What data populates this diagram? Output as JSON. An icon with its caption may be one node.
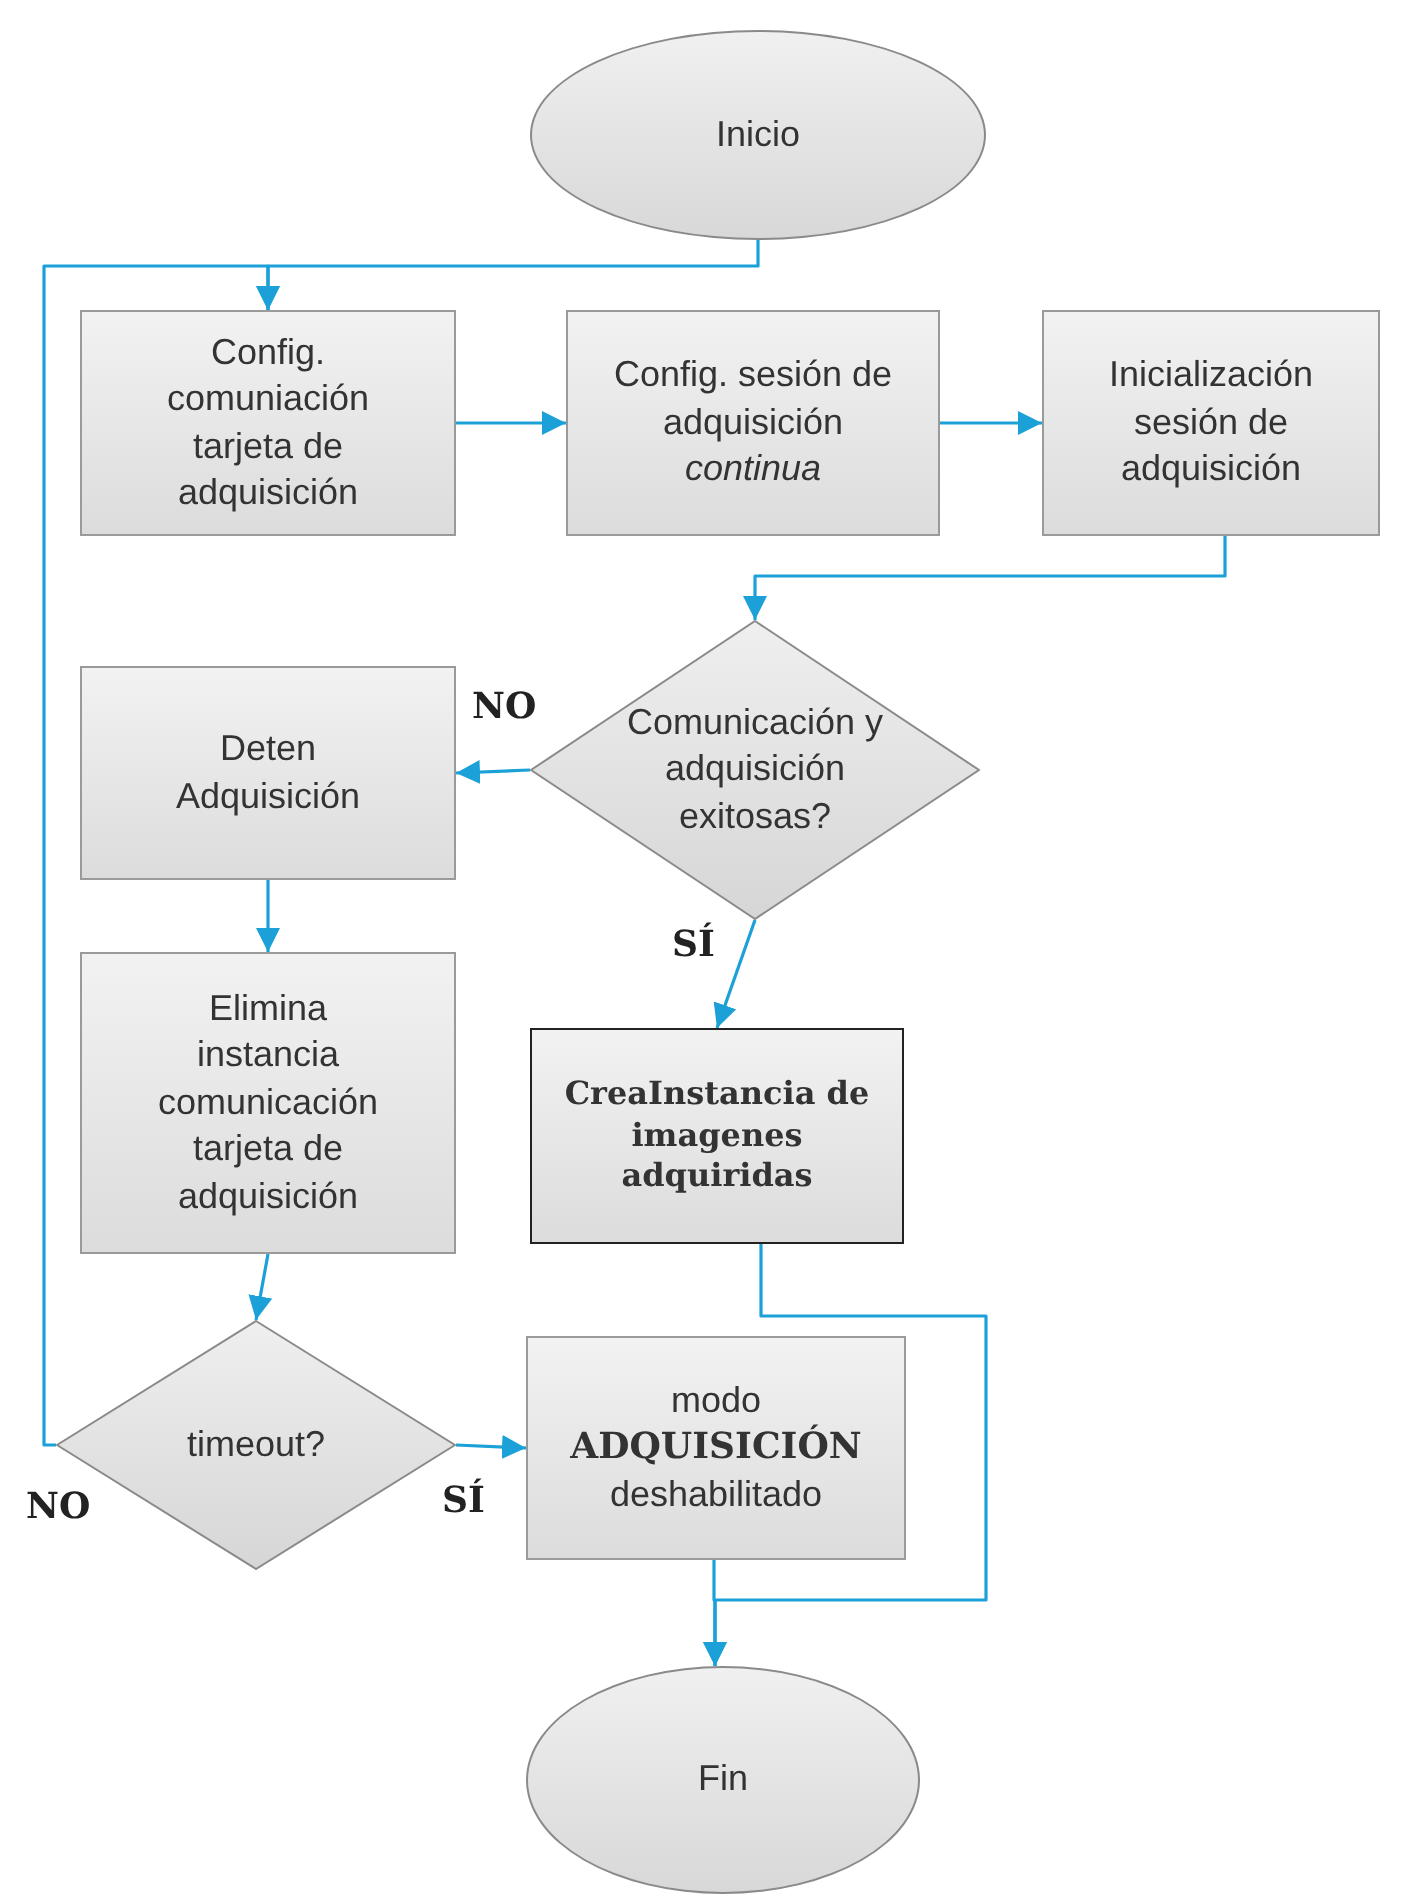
{
  "diagram": {
    "nodes": [
      {
        "text": [
          "Inicio"
        ]
      },
      {
        "text": [
          "Config. comuniación tarjeta de adquisición"
        ]
      },
      {
        "text": [
          "Config. sesión de adquisición *continua*"
        ]
      },
      {
        "text": [
          "Inicialización sesión de adquisición"
        ]
      },
      {
        "text": [
          "Comunicación y adquisición exitosas?"
        ]
      },
      {
        "text": [
          "Deten Adquisición"
        ]
      },
      {
        "text": [
          "Elimina instancia comunicación tarjeta de adquisición"
        ]
      },
      {
        "text": [
          "CreaInstancia de imagenes adquiridas"
        ]
      },
      {
        "text": [
          "timeout?"
        ]
      },
      {
        "text": [
          "modo **ADQUISICIÓN** deshabilitado"
        ]
      },
      {
        "text": [
          "Fin"
        ]
      }
    ],
    "edges": [
      {
        "from": 0,
        "to": 1,
        "arrow": "to"
      },
      {
        "from": 1,
        "to": 2,
        "arrow": "to"
      },
      {
        "from": 2,
        "to": 3,
        "arrow": "to"
      },
      {
        "from": 3,
        "to": 4,
        "arrow": "to"
      },
      {
        "from": 4,
        "to": 5,
        "arrow": "to",
        "label": "NO"
      },
      {
        "from": 4,
        "to": 7,
        "arrow": "to",
        "label": "SÍ"
      },
      {
        "from": 5,
        "to": 6,
        "arrow": "to"
      },
      {
        "from": 6,
        "to": 8,
        "arrow": "to"
      },
      {
        "from": 8,
        "to": 9,
        "arrow": "to",
        "label": "SÍ"
      },
      {
        "from": 8,
        "to": 1,
        "arrow": "to",
        "label": "NO"
      },
      {
        "from": 7,
        "to": 10,
        "arrow": "to"
      },
      {
        "from": 9,
        "to": 10,
        "arrow": "to"
      }
    ]
  }
}
